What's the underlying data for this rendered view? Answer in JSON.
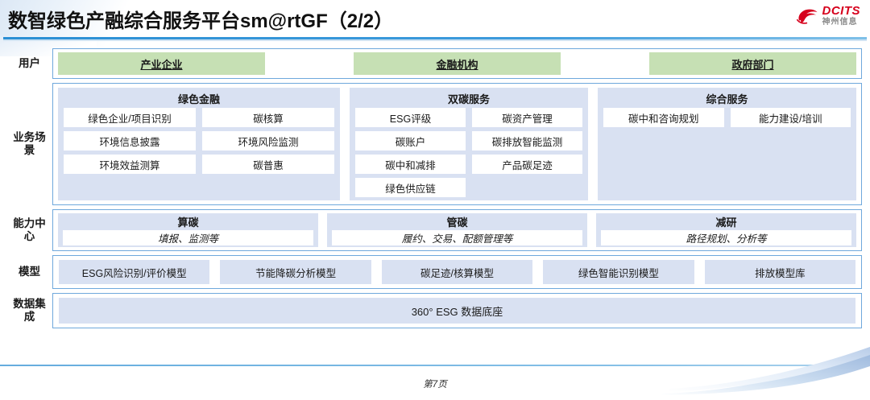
{
  "slide": {
    "title": "数智绿色产融综合服务平台sm@rtGF（2/2）",
    "page_number": "第7页"
  },
  "logo": {
    "icon": "dcits-swirl-logo",
    "english": "DCITS",
    "chinese": "神州信息",
    "color": "#d6001c"
  },
  "colors": {
    "accent_blue": "#6fa8dc",
    "panel_blue": "#d9e1f2",
    "user_green": "#c6e0b4",
    "rule_blue": "#2b8fd4"
  },
  "rows": {
    "users": {
      "label": "用户",
      "items": [
        {
          "label": "产业企业"
        },
        {
          "label": "金融机构"
        },
        {
          "label": "政府部门"
        }
      ]
    },
    "business": {
      "label": "业务场景",
      "columns": [
        {
          "header": "绿色金融",
          "items": [
            "绿色企业/项目识别",
            "碳核算",
            "环境信息披露",
            "环境风险监测",
            "环境效益测算",
            "碳普惠"
          ]
        },
        {
          "header": "双碳服务",
          "items": [
            "ESG评级",
            "碳资产管理",
            "碳账户",
            "碳排放智能监测",
            "碳中和减排",
            "产品碳足迹",
            "绿色供应链"
          ]
        },
        {
          "header": "综合服务",
          "items": [
            "碳中和咨询规划",
            "能力建设/培训"
          ]
        }
      ]
    },
    "capability": {
      "label": "能力中心",
      "columns": [
        {
          "header": "算碳",
          "sub": "填报、监测等"
        },
        {
          "header": "管碳",
          "sub": "履约、交易、配额管理等"
        },
        {
          "header": "减研",
          "sub": "路径规划、分析等"
        }
      ]
    },
    "model": {
      "label": "模型",
      "items": [
        "ESG风险识别/评价模型",
        "节能降碳分析模型",
        "碳足迹/核算模型",
        "绿色智能识别模型",
        "排放模型库"
      ]
    },
    "data": {
      "label": "数据集成",
      "items": [
        "360° ESG 数据底座"
      ]
    }
  }
}
